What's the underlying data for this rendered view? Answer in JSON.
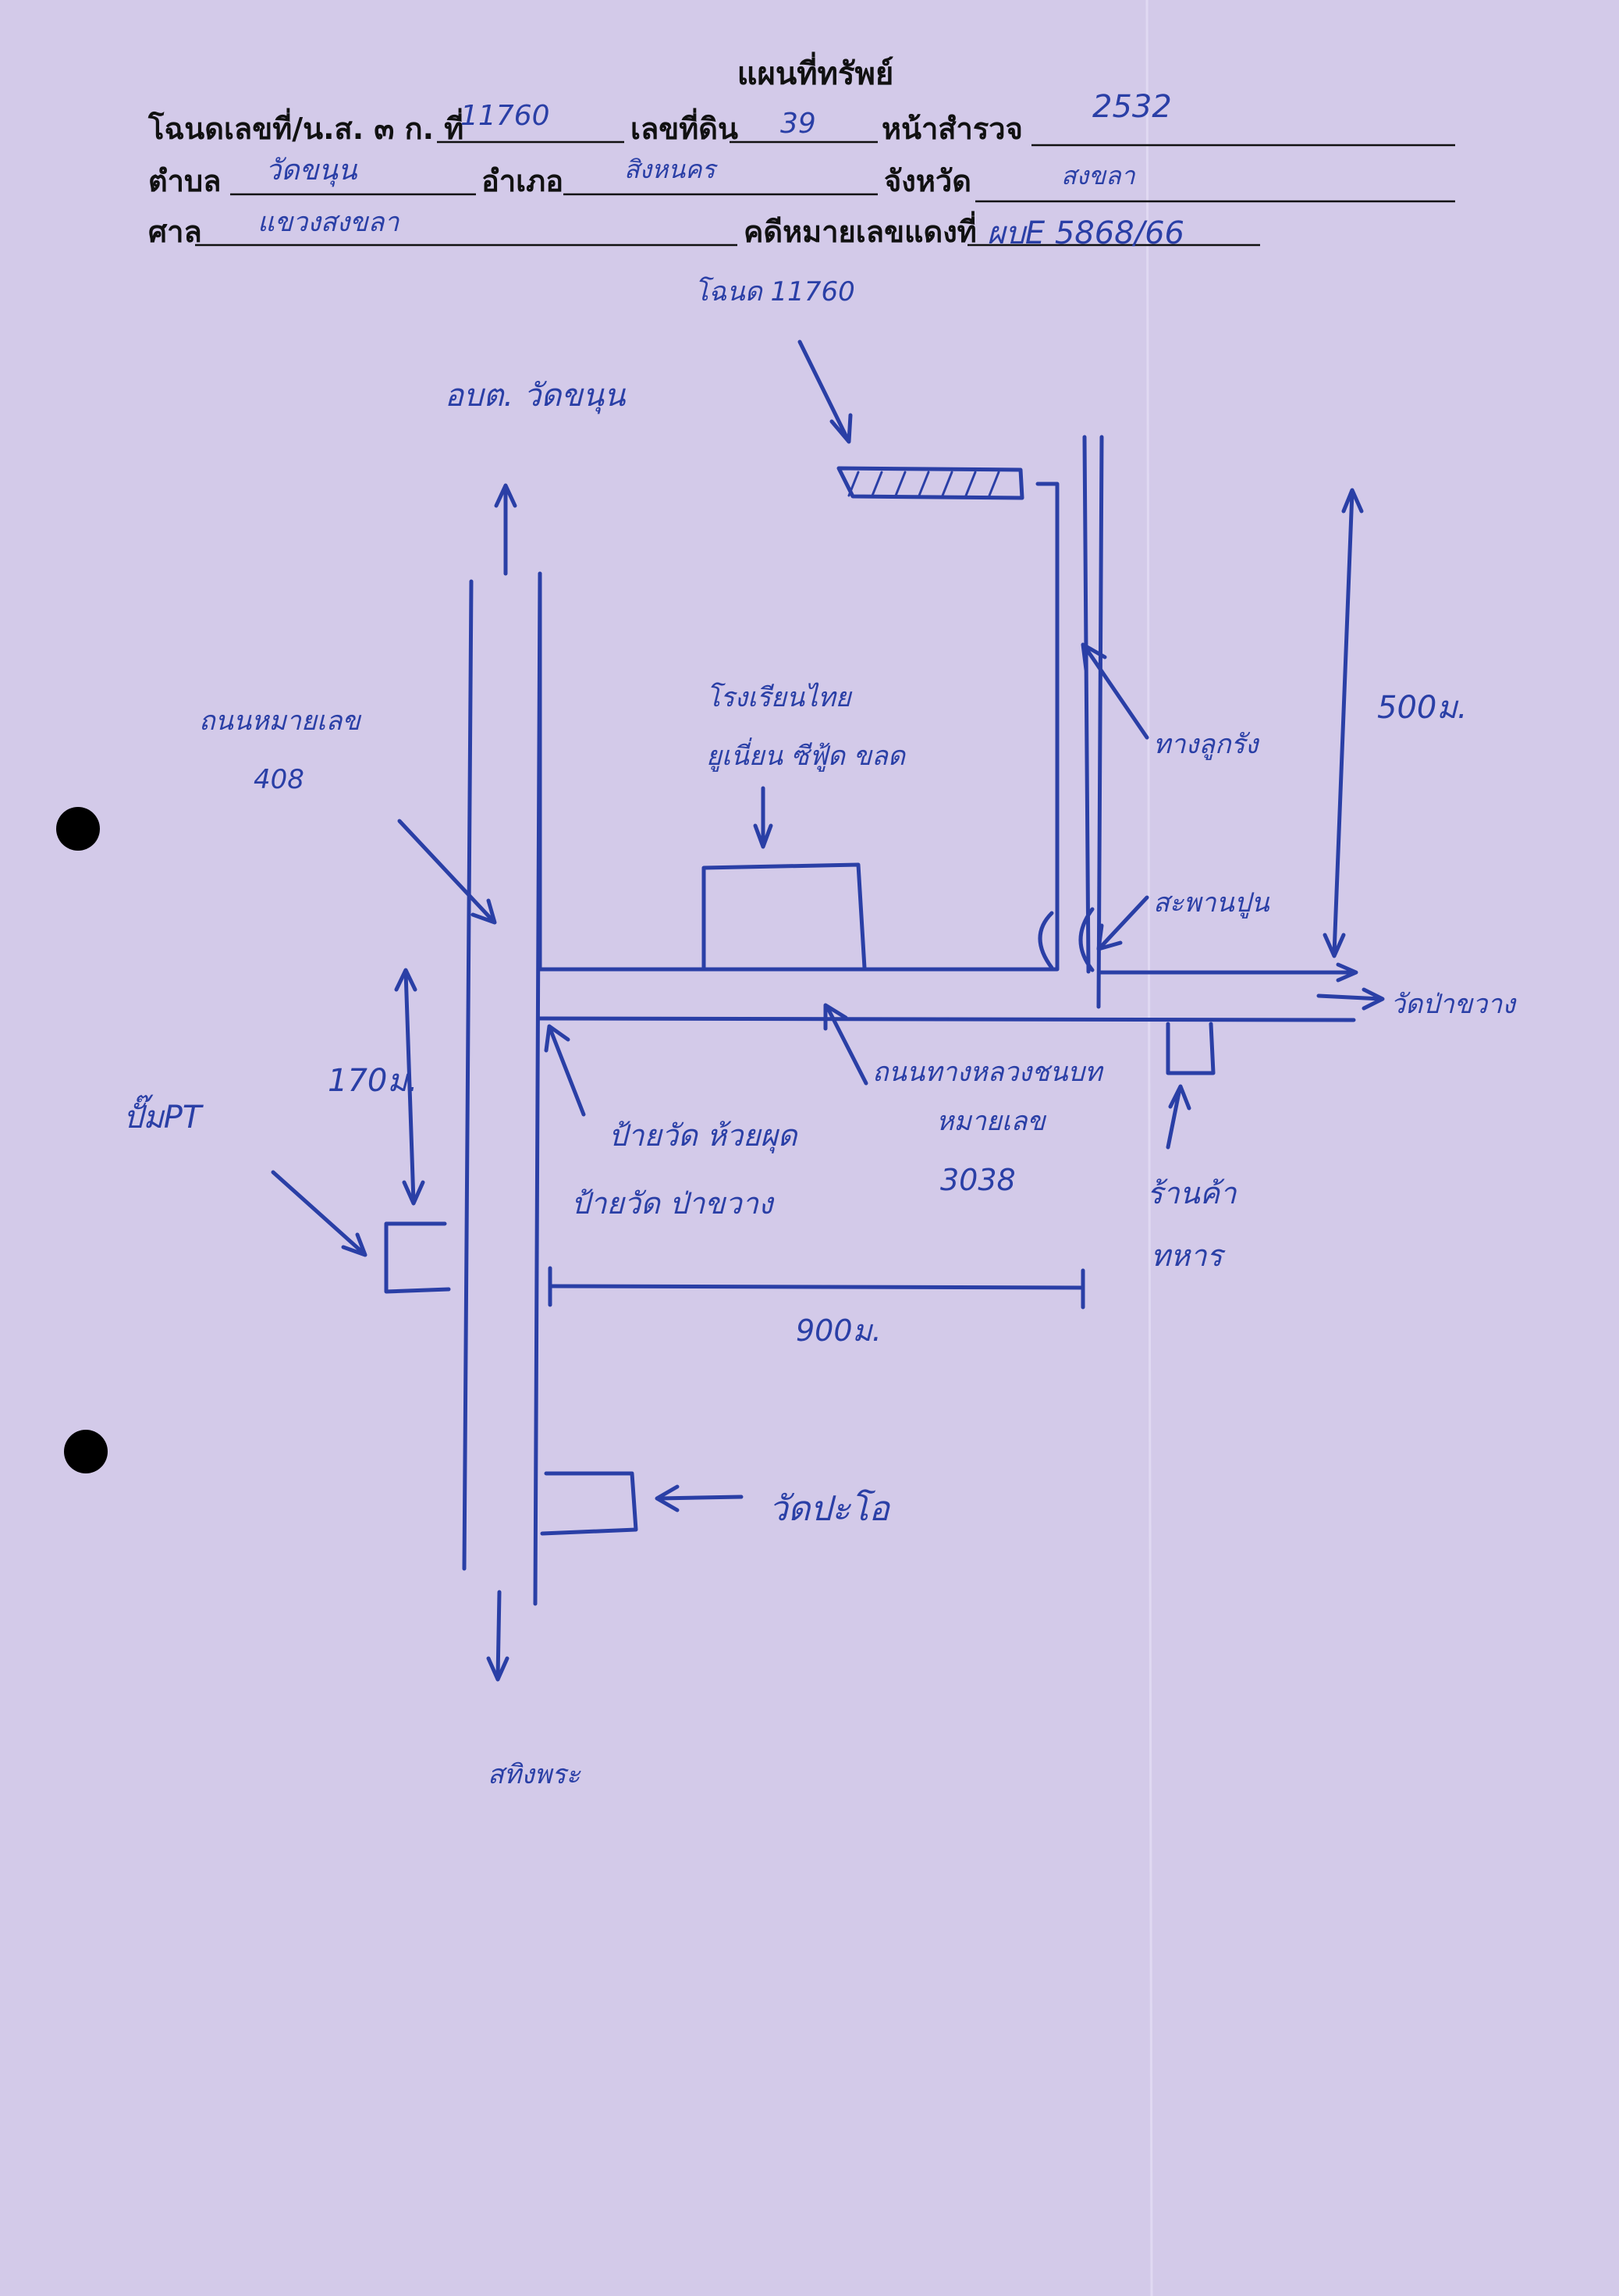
{
  "header": {
    "title": "แผนที่ทรัพย์",
    "deed_label": "โฉนดเลขที่/น.ส. ๓ ก. ที่",
    "deed_value": "11760",
    "land_no_label": "เลขที่ดิน",
    "land_no_value": "39",
    "survey_page_label": "หน้าสำรวจ",
    "survey_page_value": "2532",
    "subdistrict_label": "ตำบล",
    "subdistrict_value": "วัดขนุน",
    "district_label": "อำเภอ",
    "district_value": "สิงหนคร",
    "province_label": "จังหวัด",
    "province_value": "สงขลา",
    "court_label": "ศาล",
    "court_value": "แขวงสงขลา",
    "case_no_label": "คดีหมายเลขแดงที่",
    "case_no_value": "ผบE 5868/66"
  },
  "map": {
    "deed_callout": "โฉนด 11760",
    "sao_office": "อบต. วัดขนุน",
    "highway": "ถนนหมายเลข",
    "highway_no": "408",
    "school_line1": "โรงเรียนไทย",
    "school_line2": "ยูเนี่ยน ซีฟู้ด ขลด",
    "fence": "ทางลูกรัง",
    "distance_north": "500ม.",
    "bridge": "สะพานปูน",
    "to_temple": "วัดป่าขวาง",
    "distance_west": "170ม.",
    "gas_station": "ปั๊มPT",
    "sign_line1": "ป้ายวัด ห้วยผุด",
    "sign_line2": "ป้ายวัด ป่าขวาง",
    "rural_road_line1": "ถนนทางหลวงชนบท",
    "rural_road_line2": "หมายเลข",
    "rural_road_no": "3038",
    "shop_line1": "ร้านค้า",
    "shop_line2": "ทหาร",
    "distance_east": "900ม.",
    "temple_paco": "วัดปะโอ",
    "sathing_phra": "สทิงพระ"
  },
  "colors": {
    "paper": "#d3cae9",
    "ink": "#2a3fa6",
    "print": "#111111"
  }
}
